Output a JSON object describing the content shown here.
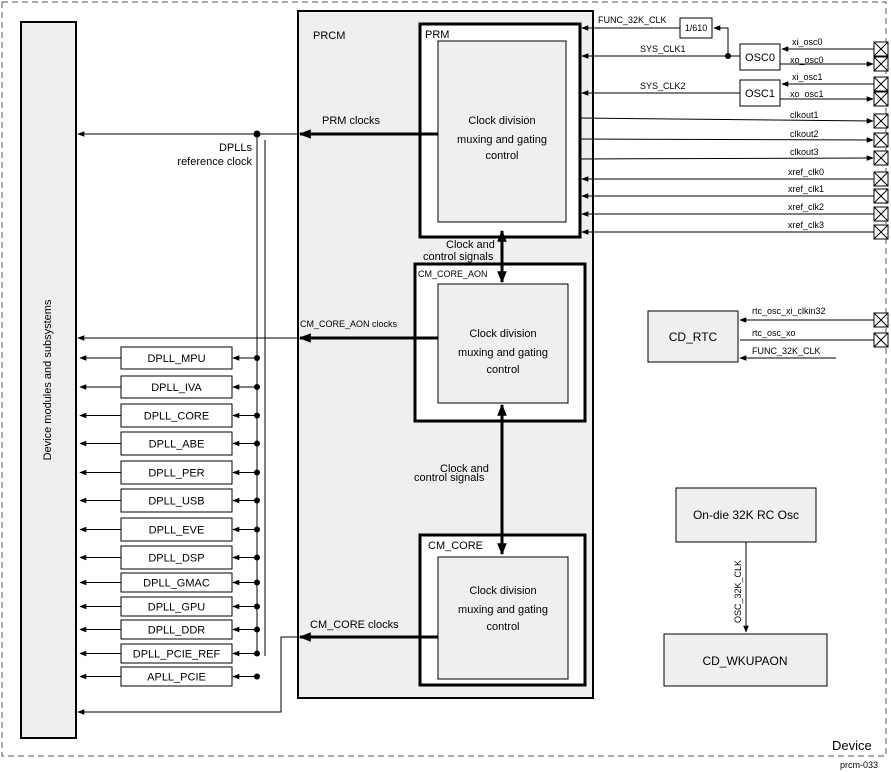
{
  "device_label": "Device",
  "figure_id": "prcm-033",
  "left_bar_label": "Device modules and subsystems",
  "prcm": {
    "label": "PRCM",
    "prm_label": "PRM",
    "cm_core_aon_label": "CM_CORE_AON",
    "cm_core_label": "CM_CORE",
    "inner_block_lines": [
      "Clock division",
      "muxing and gating",
      "control"
    ],
    "prm_clocks": "PRM clocks",
    "cm_core_aon_clocks": "CM_CORE_AON clocks",
    "cm_core_clocks": "CM_CORE clocks",
    "clock_and_control_lines": [
      "Clock and",
      "control signals"
    ]
  },
  "dplls_ref_lines": [
    "DPLLs",
    "reference clock"
  ],
  "dplls": [
    "DPLL_MPU",
    "DPLL_IVA",
    "DPLL_CORE",
    "DPLL_ABE",
    "DPLL_PER",
    "DPLL_USB",
    "DPLL_EVE",
    "DPLL_DSP",
    "DPLL_GMAC",
    "DPLL_GPU",
    "DPLL_DDR",
    "DPLL_PCIE_REF",
    "APLL_PCIE"
  ],
  "divider_label": "1/610",
  "osc0_label": "OSC0",
  "osc1_label": "OSC1",
  "signals": {
    "func_32k_clk": "FUNC_32K_CLK",
    "sys_clk1": "SYS_CLK1",
    "sys_clk2": "SYS_CLK2",
    "xi_osc0": "xi_osc0",
    "xo_osc0": "xo_osc0",
    "xi_osc1": "xi_osc1",
    "xo_osc1": "xo_osc1",
    "clkout1": "clkout1",
    "clkout2": "clkout2",
    "clkout3": "clkout3",
    "xref_clk0": "xref_clk0",
    "xref_clk1": "xref_clk1",
    "xref_clk2": "xref_clk2",
    "xref_clk3": "xref_clk3",
    "rtc_osc_xi_clkin32": "rtc_osc_xi_clkin32",
    "rtc_osc_xo": "rtc_osc_xo",
    "rtc_func_32k_clk": "FUNC_32K_CLK",
    "osc_32k_clk": "OSC_32K_CLK"
  },
  "cd_rtc_label": "CD_RTC",
  "on_die_osc_label": "On-die 32K RC Osc",
  "cd_wkupaon_label": "CD_WKUPAON"
}
